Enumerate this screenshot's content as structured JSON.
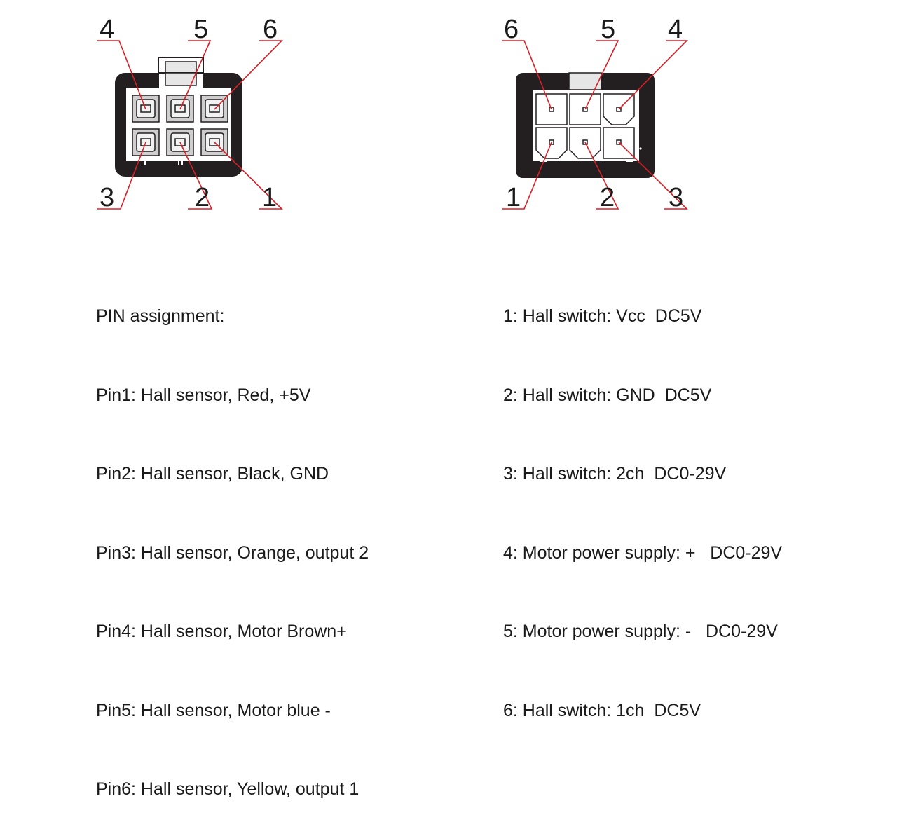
{
  "colors": {
    "leader_line": "#d81f26",
    "housing": "#231f20",
    "text": "#1a1a1a"
  },
  "left_connector": {
    "top_labels": [
      "4",
      "5",
      "6"
    ],
    "bottom_labels": [
      "3",
      "2",
      "1"
    ]
  },
  "right_connector": {
    "top_labels": [
      "6",
      "5",
      "4"
    ],
    "bottom_labels": [
      "1",
      "2",
      "3"
    ]
  },
  "pin_assignment": {
    "heading": "PIN assignment:",
    "lines": [
      "Pin1: Hall sensor, Red, +5V",
      "Pin2: Hall sensor, Black, GND",
      "Pin3: Hall sensor, Orange, output 2",
      "Pin4: Hall sensor, Motor Brown+",
      "Pin5: Hall sensor, Motor blue -",
      "Pin6: Hall sensor, Yellow, output 1"
    ]
  },
  "hall_switch_list": [
    "1: Hall switch: Vcc  DC5V",
    "2: Hall switch: GND  DC5V",
    "3: Hall switch: 2ch  DC0-29V",
    "4: Motor power supply: +   DC0-29V",
    "5: Motor power supply: -   DC0-29V",
    "6: Hall switch: 1ch  DC5V"
  ]
}
